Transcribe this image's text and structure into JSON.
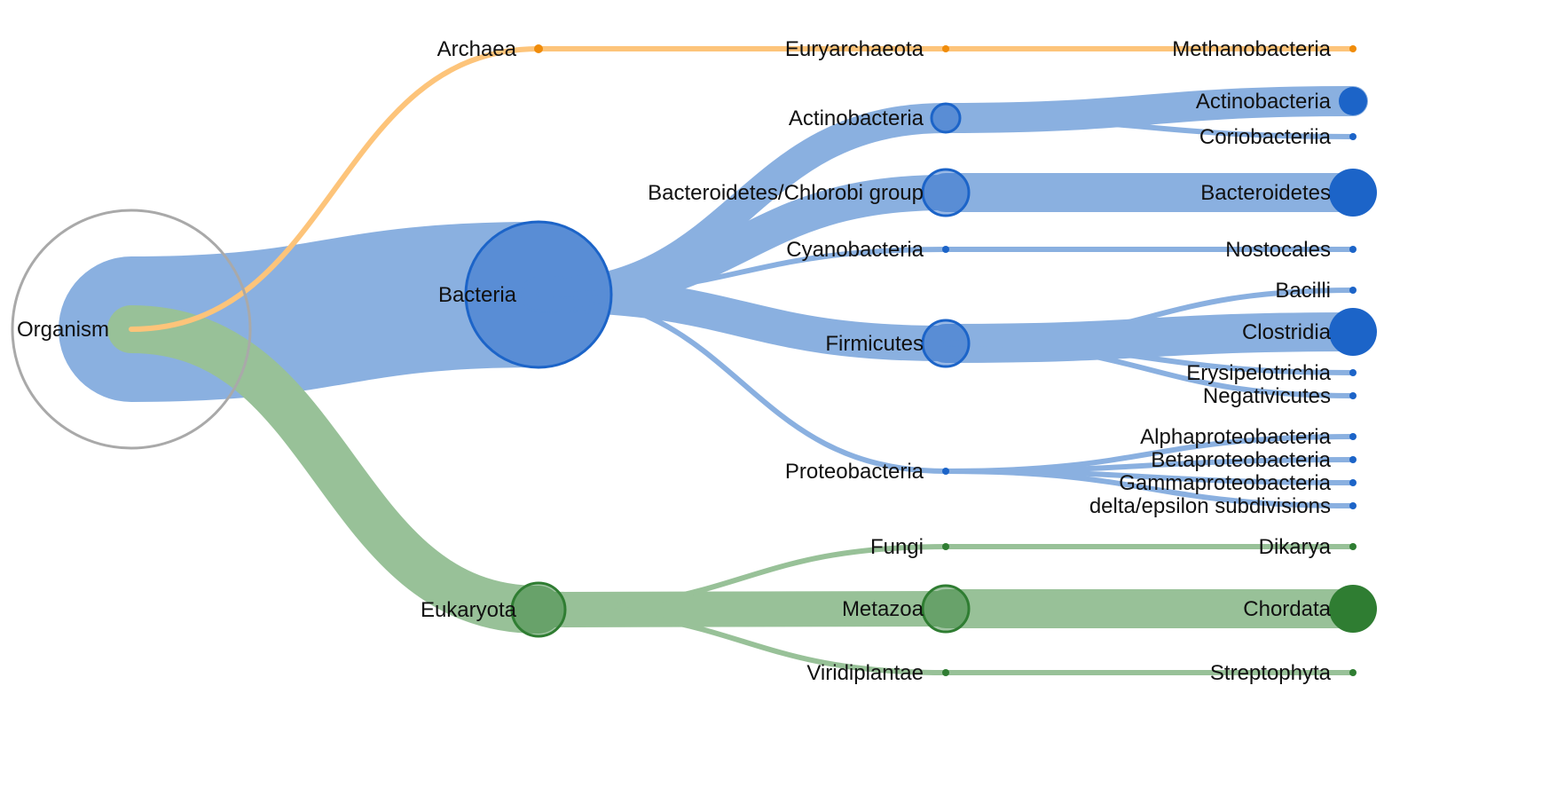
{
  "colors": {
    "archaea": {
      "node": "#f08c0a",
      "link": "#fdc47a"
    },
    "bacteria": {
      "node": "#1c64c8",
      "link": "#8ab0e0"
    },
    "eukaryota": {
      "node": "#2f7d32",
      "link": "#98c198"
    },
    "root": {
      "stroke": "#a9a9a9"
    }
  },
  "tree": {
    "name": "Organism",
    "color": "root",
    "size": 3,
    "children": [
      {
        "name": "Archaea",
        "color": "archaea",
        "size": 0,
        "children": [
          {
            "name": "Euryarchaeota",
            "color": "archaea",
            "size": 0,
            "children": [
              {
                "name": "Methanobacteria",
                "color": "archaea",
                "size": 0
              }
            ]
          }
        ]
      },
      {
        "name": "Bacteria",
        "color": "bacteria",
        "size": 3,
        "children": [
          {
            "name": "Actinobacteria",
            "color": "bacteria",
            "size": 1,
            "children": [
              {
                "name": "Actinobacteria",
                "color": "bacteria",
                "size": 1
              },
              {
                "name": "Coriobacteriia",
                "color": "bacteria",
                "size": 0
              }
            ]
          },
          {
            "name": "Bacteroidetes/Chlorobi group",
            "color": "bacteria",
            "size": 2,
            "children": [
              {
                "name": "Bacteroidetes",
                "color": "bacteria",
                "size": 2
              }
            ]
          },
          {
            "name": "Cyanobacteria",
            "color": "bacteria",
            "size": 0,
            "children": [
              {
                "name": "Nostocales",
                "color": "bacteria",
                "size": 0
              }
            ]
          },
          {
            "name": "Firmicutes",
            "color": "bacteria",
            "size": 2,
            "children": [
              {
                "name": "Bacilli",
                "color": "bacteria",
                "size": 0
              },
              {
                "name": "Clostridia",
                "color": "bacteria",
                "size": 2
              },
              {
                "name": "Erysipelotrichia",
                "color": "bacteria",
                "size": 0
              },
              {
                "name": "Negativicutes",
                "color": "bacteria",
                "size": 0
              }
            ]
          },
          {
            "name": "Proteobacteria",
            "color": "bacteria",
            "size": 0,
            "children": [
              {
                "name": "Alphaproteobacteria",
                "color": "bacteria",
                "size": 0
              },
              {
                "name": "Betaproteobacteria",
                "color": "bacteria",
                "size": 0
              },
              {
                "name": "Gammaproteobacteria",
                "color": "bacteria",
                "size": 0
              },
              {
                "name": "delta/epsilon subdivisions",
                "color": "bacteria",
                "size": 0
              }
            ]
          }
        ]
      },
      {
        "name": "Eukaryota",
        "color": "eukaryota",
        "size": 2,
        "children": [
          {
            "name": "Fungi",
            "color": "eukaryota",
            "size": 0,
            "children": [
              {
                "name": "Dikarya",
                "color": "eukaryota",
                "size": 0
              }
            ]
          },
          {
            "name": "Metazoa",
            "color": "eukaryota",
            "size": 2,
            "children": [
              {
                "name": "Chordata",
                "color": "eukaryota",
                "size": 2
              }
            ]
          },
          {
            "name": "Viridiplantae",
            "color": "eukaryota",
            "size": 0,
            "children": [
              {
                "name": "Streptophyta",
                "color": "eukaryota",
                "size": 0
              }
            ]
          }
        ]
      }
    ]
  }
}
